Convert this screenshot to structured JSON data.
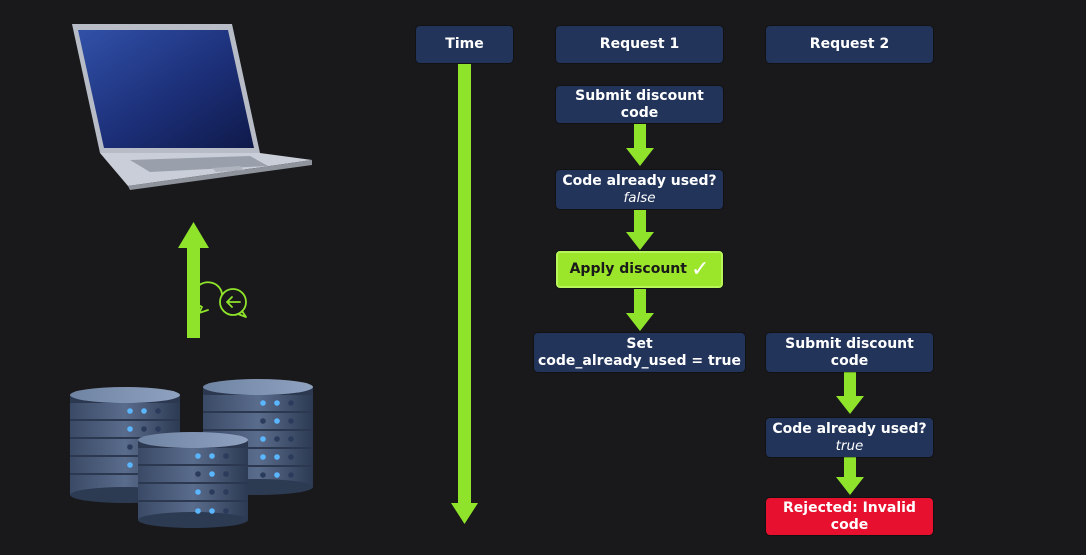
{
  "colors": {
    "background": "#19191b",
    "box": "#22345a",
    "arrow": "#8fe32a",
    "success": "#9be52a",
    "danger": "#e8102f"
  },
  "headers": {
    "time": "Time",
    "request1": "Request 1",
    "request2": "Request 2"
  },
  "request1": {
    "submit": "Submit discount code",
    "check_title": "Code already used?",
    "check_value": "false",
    "apply": "Apply discount",
    "apply_icon": "✓",
    "set_title": "Set",
    "set_statement": "code_already_used = true"
  },
  "request2": {
    "submit": "Submit discount code",
    "check_title": "Code already used?",
    "check_value": "true",
    "rejected": "Rejected: Invalid code"
  },
  "icons": {
    "laptop": "laptop-icon",
    "servers": "database-servers-icon",
    "chat": "chat-bubbles-icon",
    "up_arrow": "up-arrow-icon"
  }
}
